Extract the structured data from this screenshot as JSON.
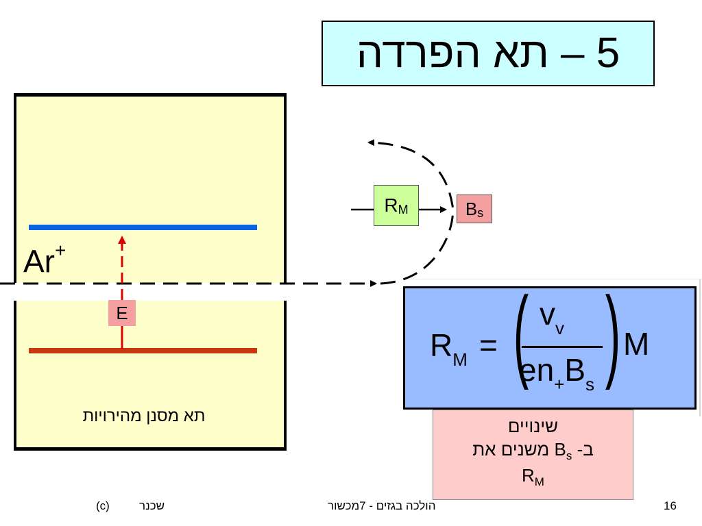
{
  "slide": {
    "title": "5 – תא הפרדה",
    "page_number": "16"
  },
  "chamber": {
    "label": "תא מסנן מהירויות",
    "ion": "Ar",
    "ion_charge": "+",
    "field_label": "E"
  },
  "separator": {
    "radius_main": "R",
    "radius_sub": "M",
    "field_main": "B",
    "field_sub": "s"
  },
  "formula": {
    "lhs_main": "R",
    "lhs_sub": "M",
    "equals": "=",
    "num_main": "v",
    "num_sub": "v",
    "den_a": "en",
    "den_a_sub": "+",
    "den_b": "B",
    "den_b_sub": "s",
    "rhs": "M"
  },
  "note": {
    "line1": "שינויים",
    "line2_prefix": "ב-",
    "line2_b": "B",
    "line2_sub": "s",
    "line2_suffix": "משנים את",
    "line3_main": "R",
    "line3_sub": "M"
  },
  "footer": {
    "copyright": "(c)",
    "author": "שכנר",
    "course": "הולכה בגזים  - 7מכשור"
  },
  "colors": {
    "title_bg": "#ccffff",
    "chamber_bg": "#ffffcc",
    "top_plate": "#0a64e0",
    "bottom_plate": "#c8380e",
    "field_arrow": "#e00000",
    "rm_box": "#ccff99",
    "bs_box": "#f4a0a0",
    "formula_bg": "#99bbff",
    "note_bg": "#ffcccc"
  }
}
